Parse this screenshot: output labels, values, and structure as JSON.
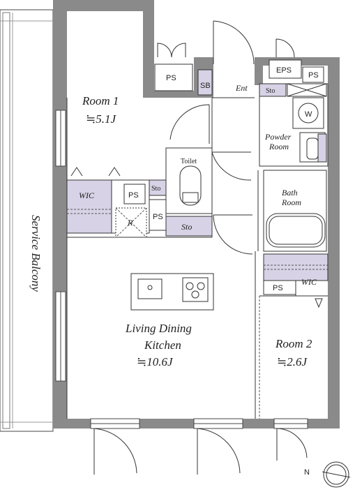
{
  "plan": {
    "rooms": {
      "room1": {
        "name": "Room 1",
        "area": "≒5.1J"
      },
      "ldk": {
        "name_line1": "Living Dining",
        "name_line2": "Kitchen",
        "area": "≒10.6J"
      },
      "room2": {
        "name": "Room 2",
        "area": "≒2.6J"
      },
      "powder": {
        "name_line1": "Powder",
        "name_line2": "Room"
      },
      "bath": {
        "name_line1": "Bath",
        "name_line2": "Room"
      },
      "toilet": {
        "name": "Toilet"
      },
      "entrance": {
        "name": "Ent"
      },
      "balcony": {
        "name": "Service Balcony"
      }
    },
    "storage": {
      "wic1": "WIC",
      "wic2": "WIC",
      "sto1": "Sto",
      "sto2": "Sto",
      "sto3": "Sto"
    },
    "fixtures": {
      "ps_top": "PS",
      "sb": "SB",
      "eps": "EPS",
      "ps_eps": "PS",
      "ps_wic1": "PS",
      "ps_small": "PS",
      "ps_wic2": "PS",
      "refrigerator": "R",
      "washer": "W"
    },
    "compass": {
      "label": "N"
    }
  }
}
